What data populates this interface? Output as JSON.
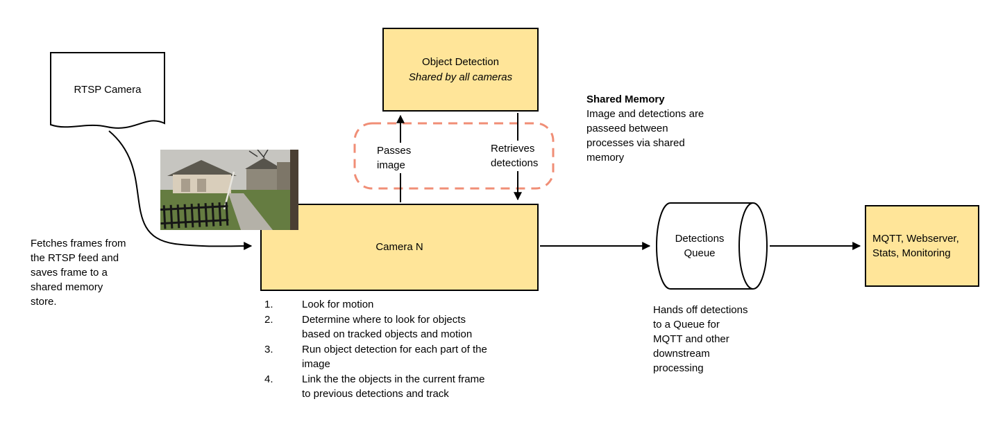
{
  "colors": {
    "box_fill": "#FFE599",
    "box_border": "#000000",
    "shared_memory_dash": "#F08E76",
    "arrow": "#000000"
  },
  "rtsp_camera": {
    "label": "RTSP Camera"
  },
  "fetch_note": "Fetches frames from\nthe RTSP feed and\nsaves frame to a\nshared memory\nstore.",
  "object_detection": {
    "title": "Object Detection",
    "subtitle": "Shared by all cameras"
  },
  "shared_memory": {
    "title": "Shared Memory",
    "body": "Image and detections are\npasseed between\nprocesses via shared\nmemory",
    "passes_label": "Passes\nimage",
    "retrieves_label": "Retrieves\ndetections"
  },
  "camera_n": {
    "label": "Camera N",
    "steps": [
      "Look for motion",
      "Determine where to look for objects\nbased on tracked objects and motion",
      "Run object detection for each part of the\nimage",
      "Link the the objects in the current frame\nto previous detections and track"
    ]
  },
  "detections_queue": {
    "label": "Detections\nQueue",
    "note": "Hands off detections\nto a Queue for\nMQTT and other\ndownstream\nprocessing"
  },
  "outputs_box": {
    "label": "MQTT, Webserver,\nStats, Monitoring"
  }
}
